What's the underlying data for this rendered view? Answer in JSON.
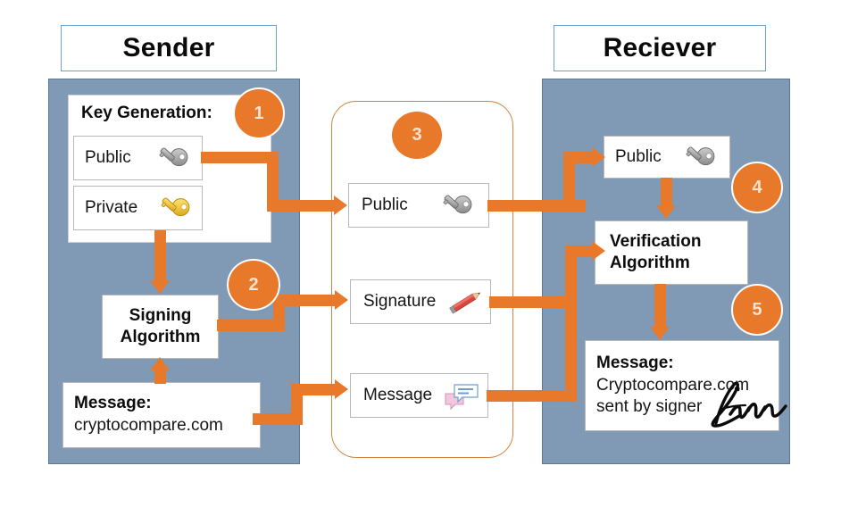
{
  "diagram": {
    "title_sender": "Sender",
    "title_receiver": "Reciever",
    "accent_orange": "#e8792a",
    "panel_blue": "#8099b5",
    "title_border_blue": "#6f9fcd",
    "channel_border": "#d2833f"
  },
  "sender": {
    "key_generation_label": "Key Generation",
    "key_generation_colon": ":",
    "public_key_label": "Public",
    "private_key_label": "Private",
    "signing_algorithm_line1": "Signing",
    "signing_algorithm_line2": "Algorithm",
    "message_label": "Message",
    "message_colon": ":",
    "message_value": "cryptocompare.com",
    "step_1": "1",
    "step_2": "2"
  },
  "channel": {
    "step_3": "3",
    "public_label": "Public",
    "signature_label": "Signature",
    "message_label": "Message"
  },
  "receiver": {
    "public_label": "Public",
    "verification_line1": "Verification",
    "verification_line2": "Algorithm",
    "message_label": "Message:",
    "message_line1": "Cryptocompare.com",
    "message_line2": "sent by signer",
    "step_4": "4",
    "step_5": "5"
  },
  "icons": {
    "gray_key": "key-icon-gray",
    "gold_key": "key-icon-gold",
    "pencil": "pencil-icon",
    "chat": "chat-bubbles-icon",
    "handwritten_signature": "handwritten-signature-icon"
  }
}
